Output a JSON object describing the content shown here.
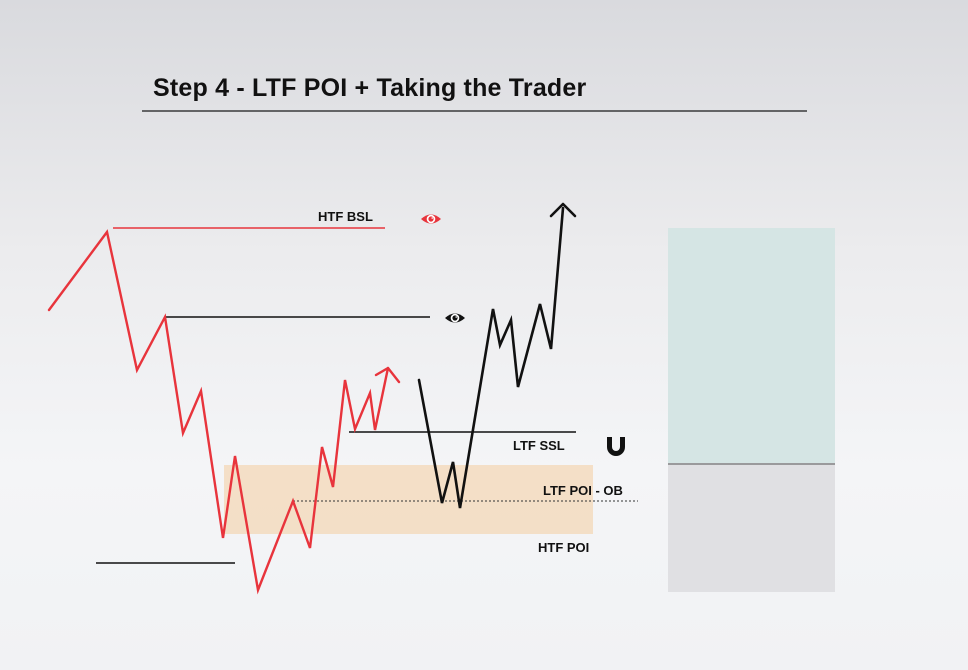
{
  "title": "Step 4 - LTF POI + Taking the Trader",
  "labels": {
    "htf_bsl": "HTF BSL",
    "ltf_ssl": "LTF SSL",
    "ltf_poi_ob": "LTF POI - OB",
    "htf_poi": "HTF POI"
  },
  "icons": {
    "htf_bsl": "eye-icon",
    "swing_high": "eye-icon",
    "ltf_ssl": "magnet-icon"
  },
  "colors": {
    "red_price_path": "#e8343c",
    "black_price_path": "#111111",
    "htf_poi_zone": "#f3dcc2",
    "upper_box": "#d5e5e4",
    "lower_box": "#e0e0e3"
  }
}
